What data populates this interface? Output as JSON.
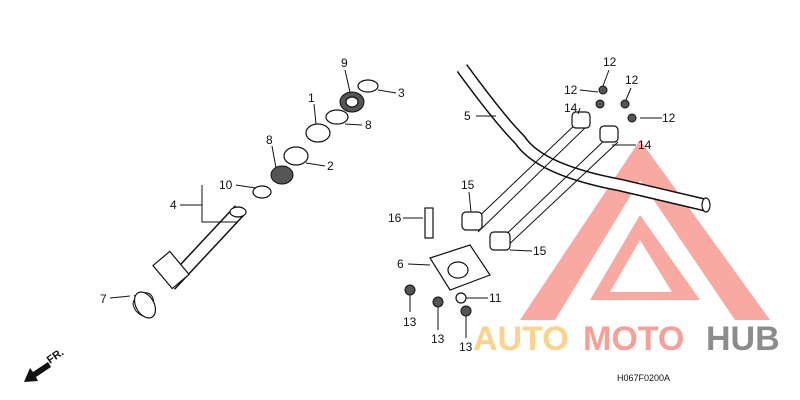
{
  "diagram": {
    "code": "H067F0200A",
    "direction_label": "FR.",
    "callouts": {
      "c1": "1",
      "c2": "2",
      "c3": "3",
      "c4": "4",
      "c5": "5",
      "c6": "6",
      "c7": "7",
      "c8a": "8",
      "c8b": "8",
      "c9": "9",
      "c10": "10",
      "c11": "11",
      "c12a": "12",
      "c12b": "12",
      "c12c": "12",
      "c12d": "12",
      "c13a": "13",
      "c13b": "13",
      "c13c": "13",
      "c14a": "14",
      "c14b": "14",
      "c15a": "15",
      "c15b": "15",
      "c16": "16"
    }
  },
  "watermark": {
    "text_1": "AUTO",
    "text_2": "MOTO",
    "text_3": "HUB",
    "colors": {
      "auto": "#fcd28c",
      "moto": "#f7a099",
      "hub": "#8c8c8c",
      "triangle": "#f7a099"
    }
  }
}
